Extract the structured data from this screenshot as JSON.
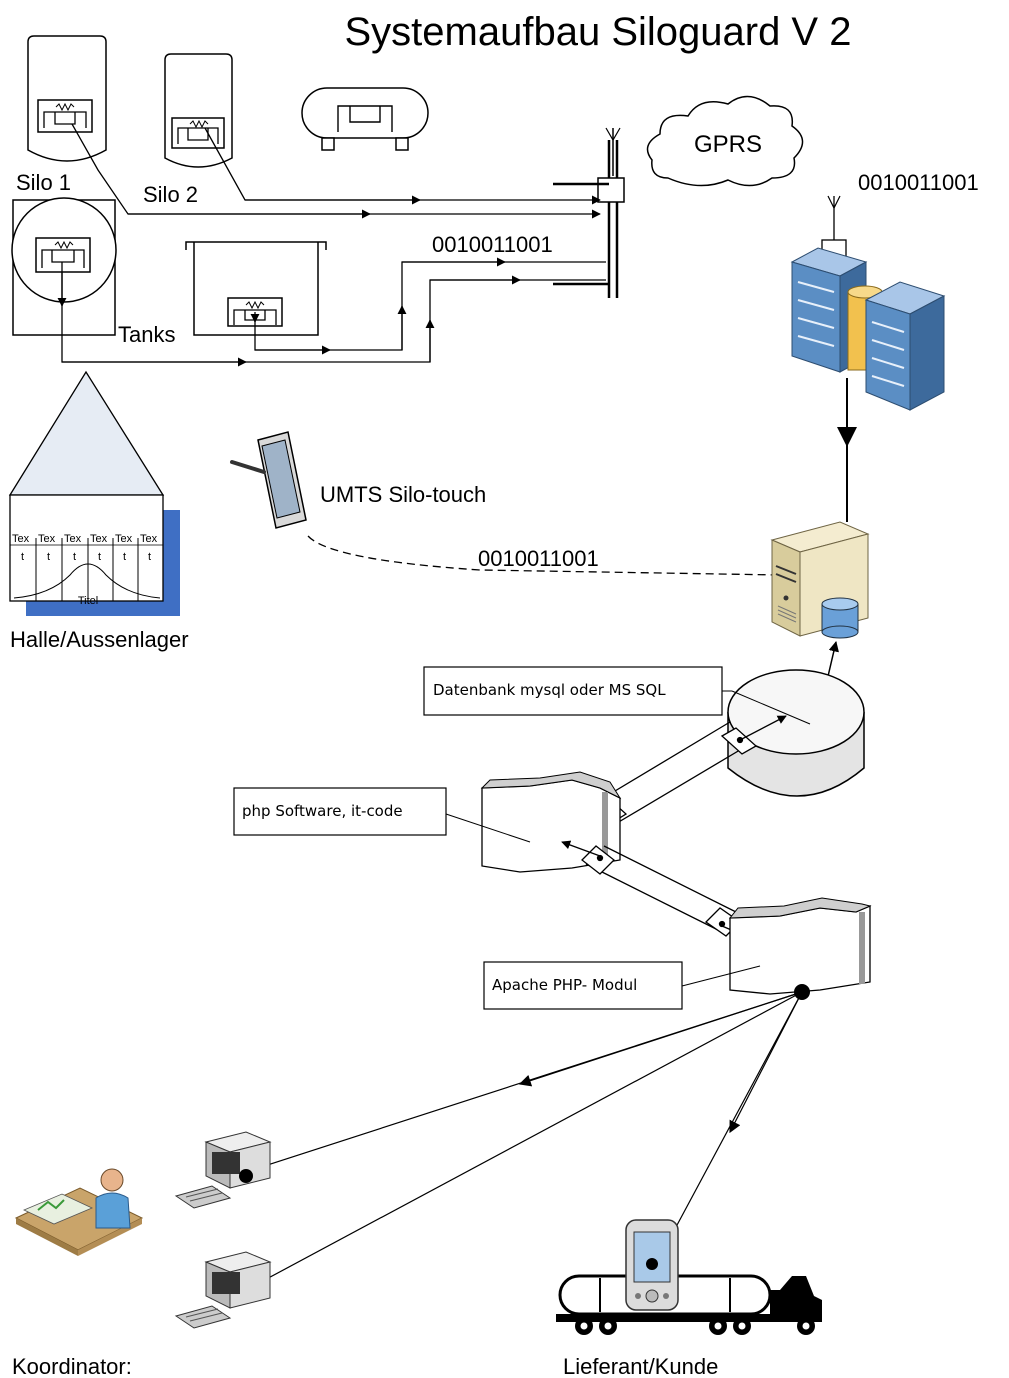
{
  "title": "Systemaufbau Siloguard V 2",
  "labels": {
    "silo1": "Silo 1",
    "silo2": "Silo 2",
    "tanks": "Tanks",
    "halle": "Halle/Aussenlager",
    "gprs": "GPRS",
    "binary_server": "0010011001",
    "binary_tanks": "0010011001",
    "binary_tablet": "0010011001",
    "umts": "UMTS Silo-touch",
    "koordinator": "Koordinator:",
    "lieferant": "Lieferant/Kunde"
  },
  "callouts": {
    "datenbank": "Datenbank mysql oder MS SQL",
    "php": "php Software, it-code",
    "apache": "Apache  PHP- Modul"
  },
  "halle_chart": {
    "headers": [
      "Tex",
      "Tex",
      "Tex",
      "Tex",
      "Tex",
      "Tex"
    ],
    "cells": [
      "t",
      "t",
      "t",
      "t",
      "t",
      "t"
    ],
    "caption": "Titel"
  },
  "colors": {
    "server_blue": "#5b8ec4",
    "server_yellow": "#f2c14e",
    "halle_blue": "#3f6fc4",
    "cloud": "#ffffff"
  }
}
